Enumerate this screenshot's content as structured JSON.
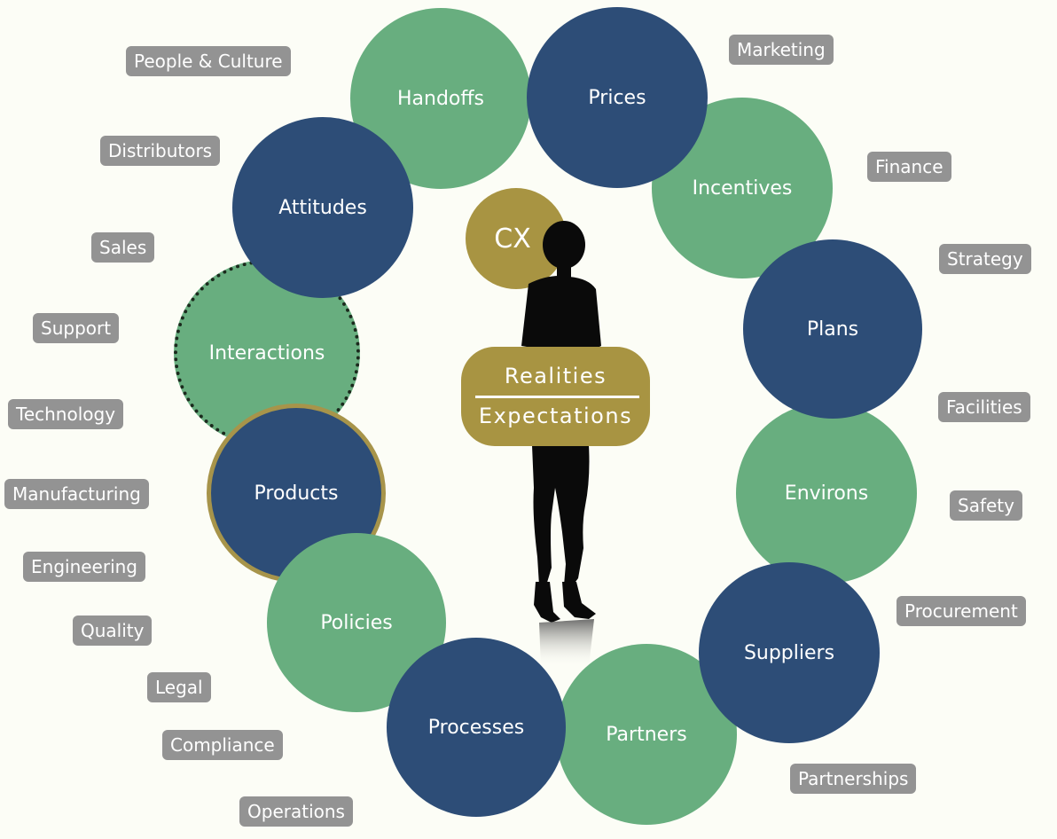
{
  "center": {
    "badge": "CX",
    "realities": "Realities",
    "expectations": "Expectations"
  },
  "circles": [
    {
      "id": "handoffs",
      "label": "Handoffs",
      "color": "#68ae7f"
    },
    {
      "id": "prices",
      "label": "Prices",
      "color": "#2d4d77"
    },
    {
      "id": "incentives",
      "label": "Incentives",
      "color": "#68ae7f"
    },
    {
      "id": "plans",
      "label": "Plans",
      "color": "#2d4d77"
    },
    {
      "id": "environs",
      "label": "Environs",
      "color": "#68ae7f"
    },
    {
      "id": "suppliers",
      "label": "Suppliers",
      "color": "#2d4d77"
    },
    {
      "id": "partners",
      "label": "Partners",
      "color": "#68ae7f"
    },
    {
      "id": "processes",
      "label": "Processes",
      "color": "#2d4d77"
    },
    {
      "id": "policies",
      "label": "Policies",
      "color": "#68ae7f"
    },
    {
      "id": "products",
      "label": "Products",
      "color": "#2d4d77"
    },
    {
      "id": "interactions",
      "label": "Interactions",
      "color": "#68ae7f"
    },
    {
      "id": "attitudes",
      "label": "Attitudes",
      "color": "#2d4d77"
    }
  ],
  "tags": [
    "People & Culture",
    "Marketing",
    "Distributors",
    "Finance",
    "Sales",
    "Strategy",
    "Support",
    "Technology",
    "Facilities",
    "Manufacturing",
    "Safety",
    "Engineering",
    "Procurement",
    "Quality",
    "Legal",
    "Compliance",
    "Partnerships",
    "Operations"
  ],
  "colors": {
    "background": "#fcfdf6",
    "blue": "#2d4d77",
    "green": "#68ae7f",
    "gold": "#a89442",
    "tag": "#939393"
  }
}
